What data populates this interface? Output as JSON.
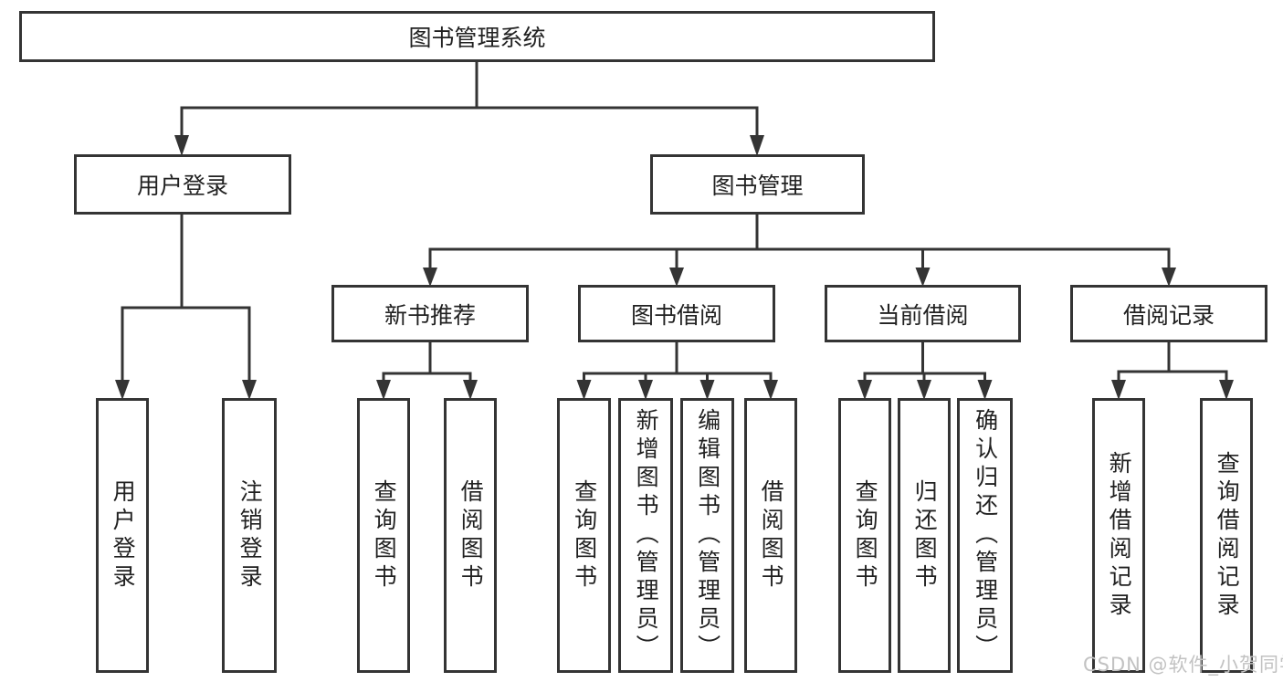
{
  "nodes": {
    "root": "图书管理系统",
    "user_login": "用户登录",
    "book_mgmt": "图书管理",
    "new_rec": "新书推荐",
    "book_borrow": "图书借阅",
    "current_borrow": "当前借阅",
    "borrow_log": "借阅记录"
  },
  "leaves": {
    "user": [
      "用户登录",
      "注销登录"
    ],
    "rec": [
      "查询图书",
      "借阅图书"
    ],
    "borrow": [
      "查询图书",
      "新增图书（管理员）",
      "编辑图书（管理员）",
      "借阅图书"
    ],
    "current": [
      "查询图书",
      "归还图书",
      "确认归还（管理员）"
    ],
    "log": [
      "新增借阅记录",
      "查询借阅记录"
    ]
  },
  "watermark": "CSDN @软件_小贺同学",
  "colors": {
    "line": "#343434",
    "text": "#212121",
    "box_background": "#ffffff",
    "watermark": "#c2c2c2",
    "page_background": "#ffffff"
  }
}
